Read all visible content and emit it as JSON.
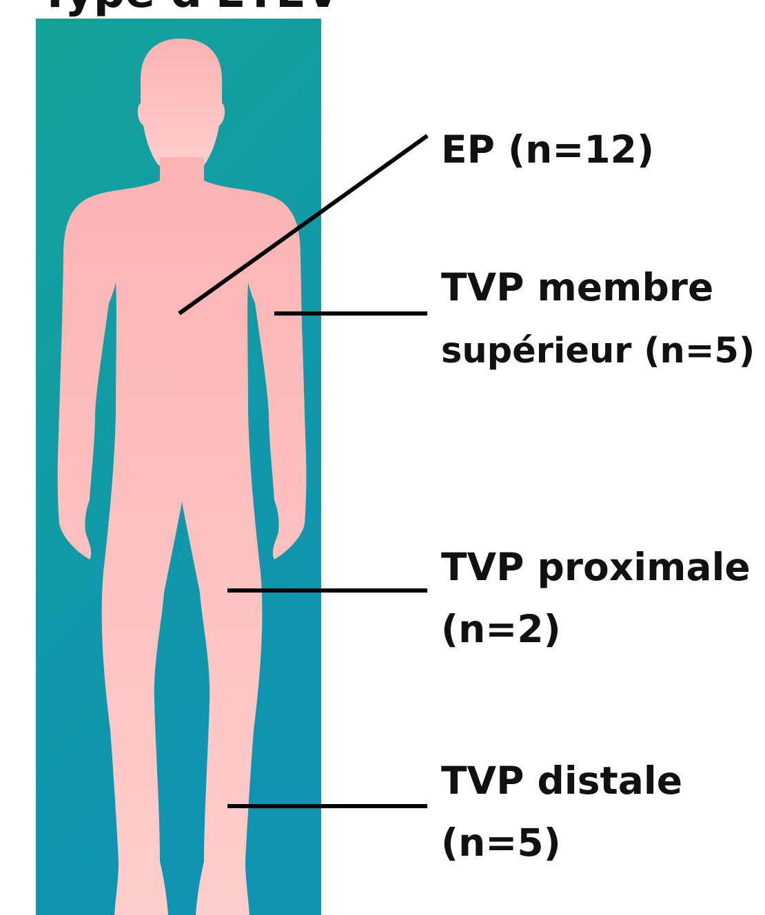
{
  "title_fragment": "Type d'ETEV",
  "colors": {
    "panel_top": "#14A39A",
    "panel_bottom": "#0E93B0",
    "body_top": "#FBB3B3",
    "body_bottom": "#FFCDCD",
    "leader": "#000000",
    "text": "#111111"
  },
  "labels": {
    "ep": {
      "line1": "EP (n=12)"
    },
    "upper_limb": {
      "line1": "TVP membre",
      "line2": "supérieur (n=5)"
    },
    "proximal": {
      "line1": "TVP proximale",
      "line2": "(n=2)"
    },
    "distal": {
      "line1": "TVP distale",
      "line2": "(n=5)"
    }
  }
}
